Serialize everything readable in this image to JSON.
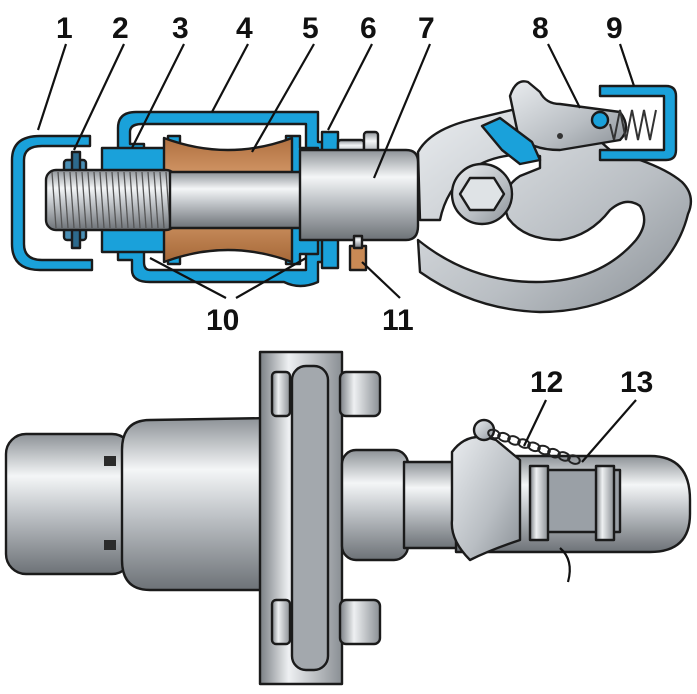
{
  "labels": {
    "l1": "1",
    "l2": "2",
    "l3": "3",
    "l4": "4",
    "l5": "5",
    "l6": "6",
    "l7": "7",
    "l8": "8",
    "l9": "9",
    "l10": "10",
    "l11": "11",
    "l12": "12",
    "l13": "13"
  },
  "colors": {
    "housing": "#1aa1da",
    "elastic": "#c98a55",
    "metal": "#c8ccd0",
    "outline": "#1b1b1b"
  }
}
